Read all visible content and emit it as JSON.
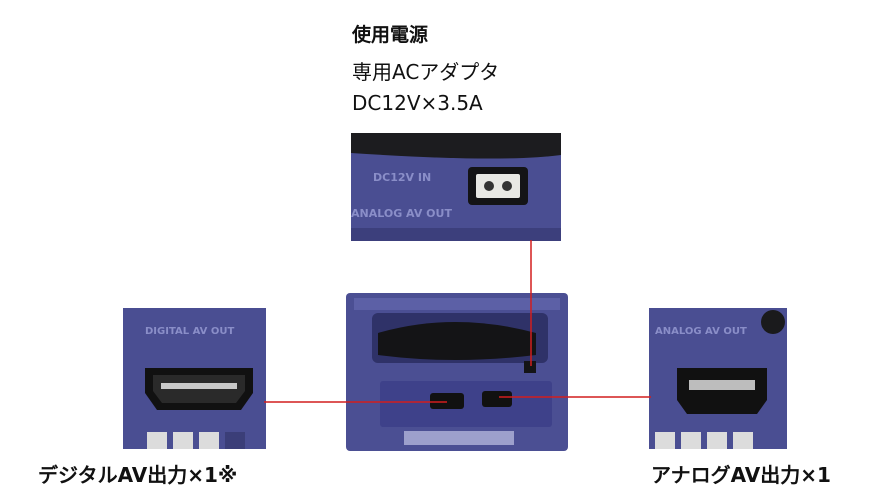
{
  "power": {
    "title": "使用電源",
    "line1": "専用ACアダプタ",
    "line2": "DC12V×3.5A"
  },
  "ports": {
    "digital_label": "デジタルAV出力×1※",
    "analog_label": "アナログAV出力×1"
  },
  "photo_markings": {
    "dc_in": "DC12V IN",
    "analog_av_out": "ANALOG AV OUT",
    "digital_av_out": "DIGITAL AV OUT"
  },
  "colors": {
    "console_body": "#4b4f93",
    "callout_line": "#d21e1e"
  }
}
